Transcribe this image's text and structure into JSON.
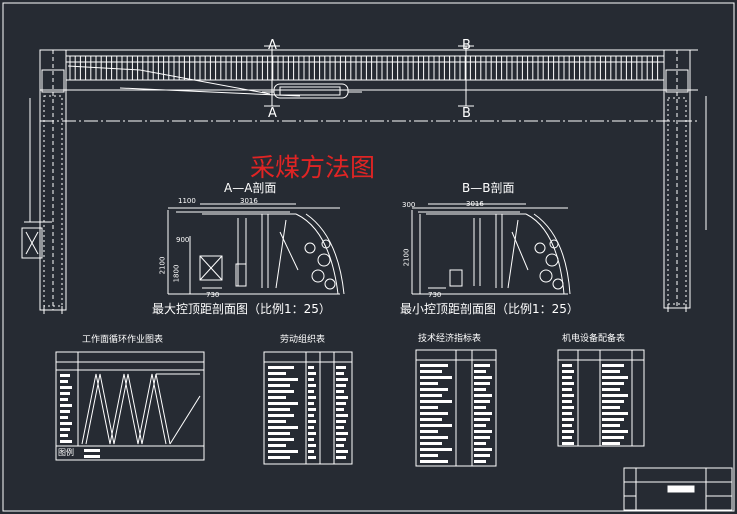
{
  "drawing": {
    "main_title": "采煤方法图",
    "section_marks": [
      "A",
      "B"
    ],
    "section_a": {
      "heading": "A—A剖面",
      "caption": "最大控顶距剖面图（比例1：25）",
      "dims": {
        "d1": "1100",
        "d2": "3016",
        "d3": "900",
        "d4": "2100",
        "d5": "1800",
        "d6": "730"
      }
    },
    "section_b": {
      "heading": "B—B剖面",
      "caption": "最小控顶距剖面图（比例1：25）",
      "dims": {
        "d1": "300",
        "d2": "3016",
        "d3": "2100",
        "d4": "730"
      }
    },
    "tables": {
      "cycle": "工作面循环作业图表",
      "labor": "劳动组织表",
      "tech": "技术经济指标表",
      "equipment": "机电设备配备表"
    },
    "legend_label": "图例"
  },
  "colors": {
    "background": "#262b33",
    "lines": "#ffffff",
    "title": "#e02424"
  }
}
